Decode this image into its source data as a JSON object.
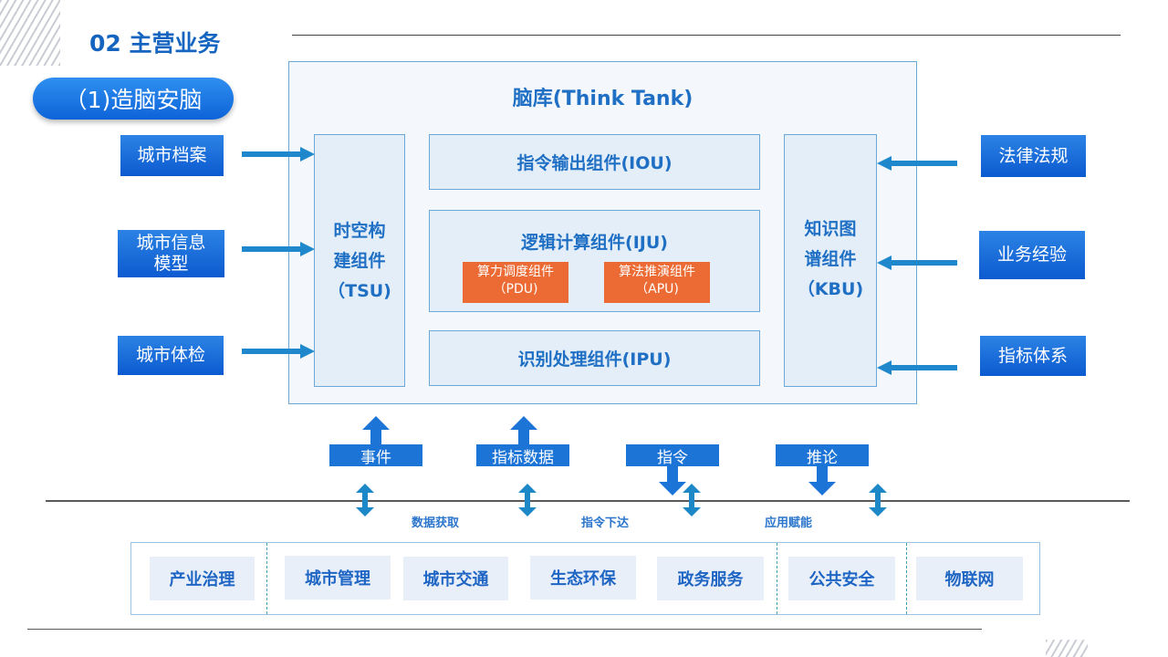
{
  "header": {
    "title": "02 主营业务",
    "section_pill": "（1)造脑安脑"
  },
  "think_tank": {
    "title": "脑库(Think Tank)",
    "tsu": {
      "lines": [
        "时空构",
        "建组件",
        "（TSU)"
      ]
    },
    "kbu": {
      "lines": [
        "知识图",
        "谱组件",
        "（KBU)"
      ]
    },
    "iou": "指令输出组件(IOU)",
    "iju": {
      "label": "逻辑计算组件(IJU)",
      "pdu": {
        "lines": [
          "算力调度组件",
          "（PDU)"
        ]
      },
      "apu": {
        "lines": [
          "算法推演组件",
          "（APU)"
        ]
      }
    },
    "ipu": "识别处理组件(IPU)"
  },
  "inputs_left": [
    {
      "lines": [
        "城市档案"
      ]
    },
    {
      "lines": [
        "城市信息",
        "模型"
      ]
    },
    {
      "lines": [
        "城市体检"
      ]
    }
  ],
  "inputs_right": [
    {
      "lines": [
        "法律法规"
      ]
    },
    {
      "lines": [
        "业务经验"
      ]
    },
    {
      "lines": [
        "指标体系"
      ]
    }
  ],
  "flows": [
    {
      "label": "事件",
      "direction": "up"
    },
    {
      "label": "指标数据",
      "direction": "up"
    },
    {
      "label": "指令",
      "direction": "down"
    },
    {
      "label": "推论",
      "direction": "down"
    }
  ],
  "mid_labels": [
    "数据获取",
    "指令下达",
    "应用赋能"
  ],
  "domains": [
    "产业治理",
    "城市管理",
    "城市交通",
    "生态环保",
    "政务服务",
    "公共安全",
    "物联网"
  ],
  "colors": {
    "accent_blue": "#1565c0",
    "frame_border": "#6aa8d8",
    "component_fill": "#e3eef8",
    "orange": "#ec6b34",
    "arrow": "#1f88cc",
    "domain_fill": "#e8eff9"
  }
}
